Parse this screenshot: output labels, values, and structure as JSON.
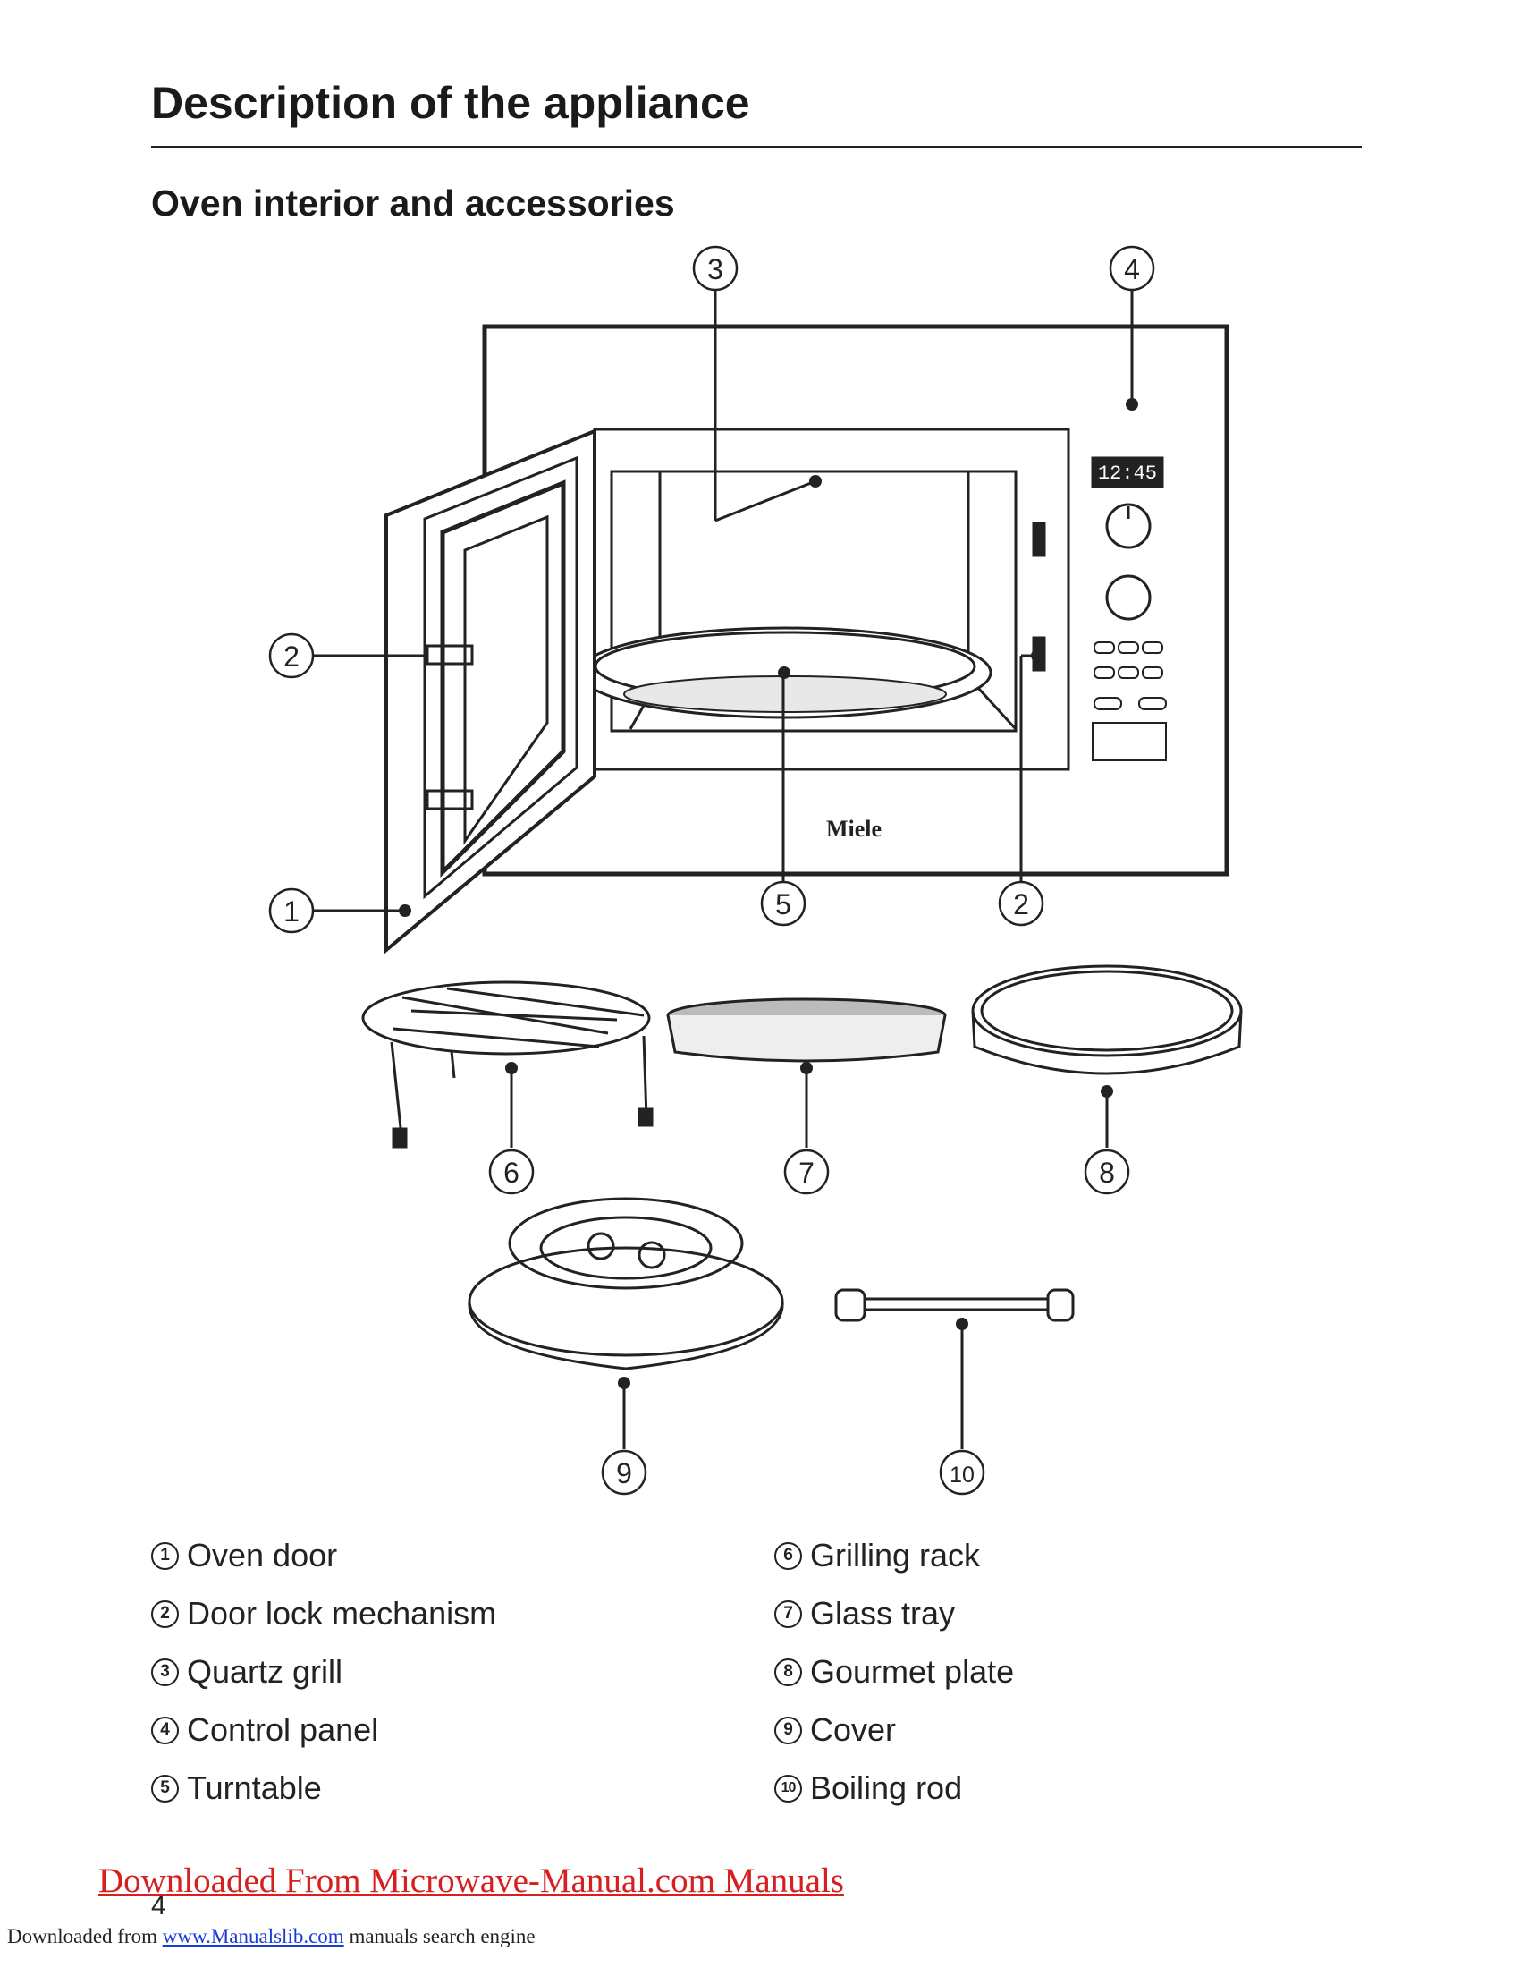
{
  "page": {
    "title": "Description of the appliance",
    "section_title": "Oven interior and accessories",
    "page_number": "4"
  },
  "diagram": {
    "display_time": "12:45",
    "brand": "Miele",
    "callouts": [
      "1",
      "2",
      "3",
      "4",
      "5",
      "2",
      "6",
      "7",
      "8",
      "9",
      "10"
    ]
  },
  "legend": {
    "left": [
      {
        "num": "1",
        "label": "Oven door"
      },
      {
        "num": "2",
        "label": "Door lock mechanism"
      },
      {
        "num": "3",
        "label": "Quartz grill"
      },
      {
        "num": "4",
        "label": "Control panel"
      },
      {
        "num": "5",
        "label": "Turntable"
      }
    ],
    "right": [
      {
        "num": "6",
        "label": "Grilling rack"
      },
      {
        "num": "7",
        "label": "Glass tray"
      },
      {
        "num": "8",
        "label": "Gourmet plate"
      },
      {
        "num": "9",
        "label": "Cover"
      },
      {
        "num": "10",
        "label": "Boiling rod"
      }
    ]
  },
  "watermark": "Downloaded From Microwave-Manual.com Manuals",
  "footer": {
    "prefix": "Downloaded from ",
    "link": "www.Manualslib.com",
    "suffix": "  manuals search engine"
  },
  "colors": {
    "text": "#1a1a1a",
    "watermark": "#d62020",
    "link": "#1a3ad6"
  }
}
